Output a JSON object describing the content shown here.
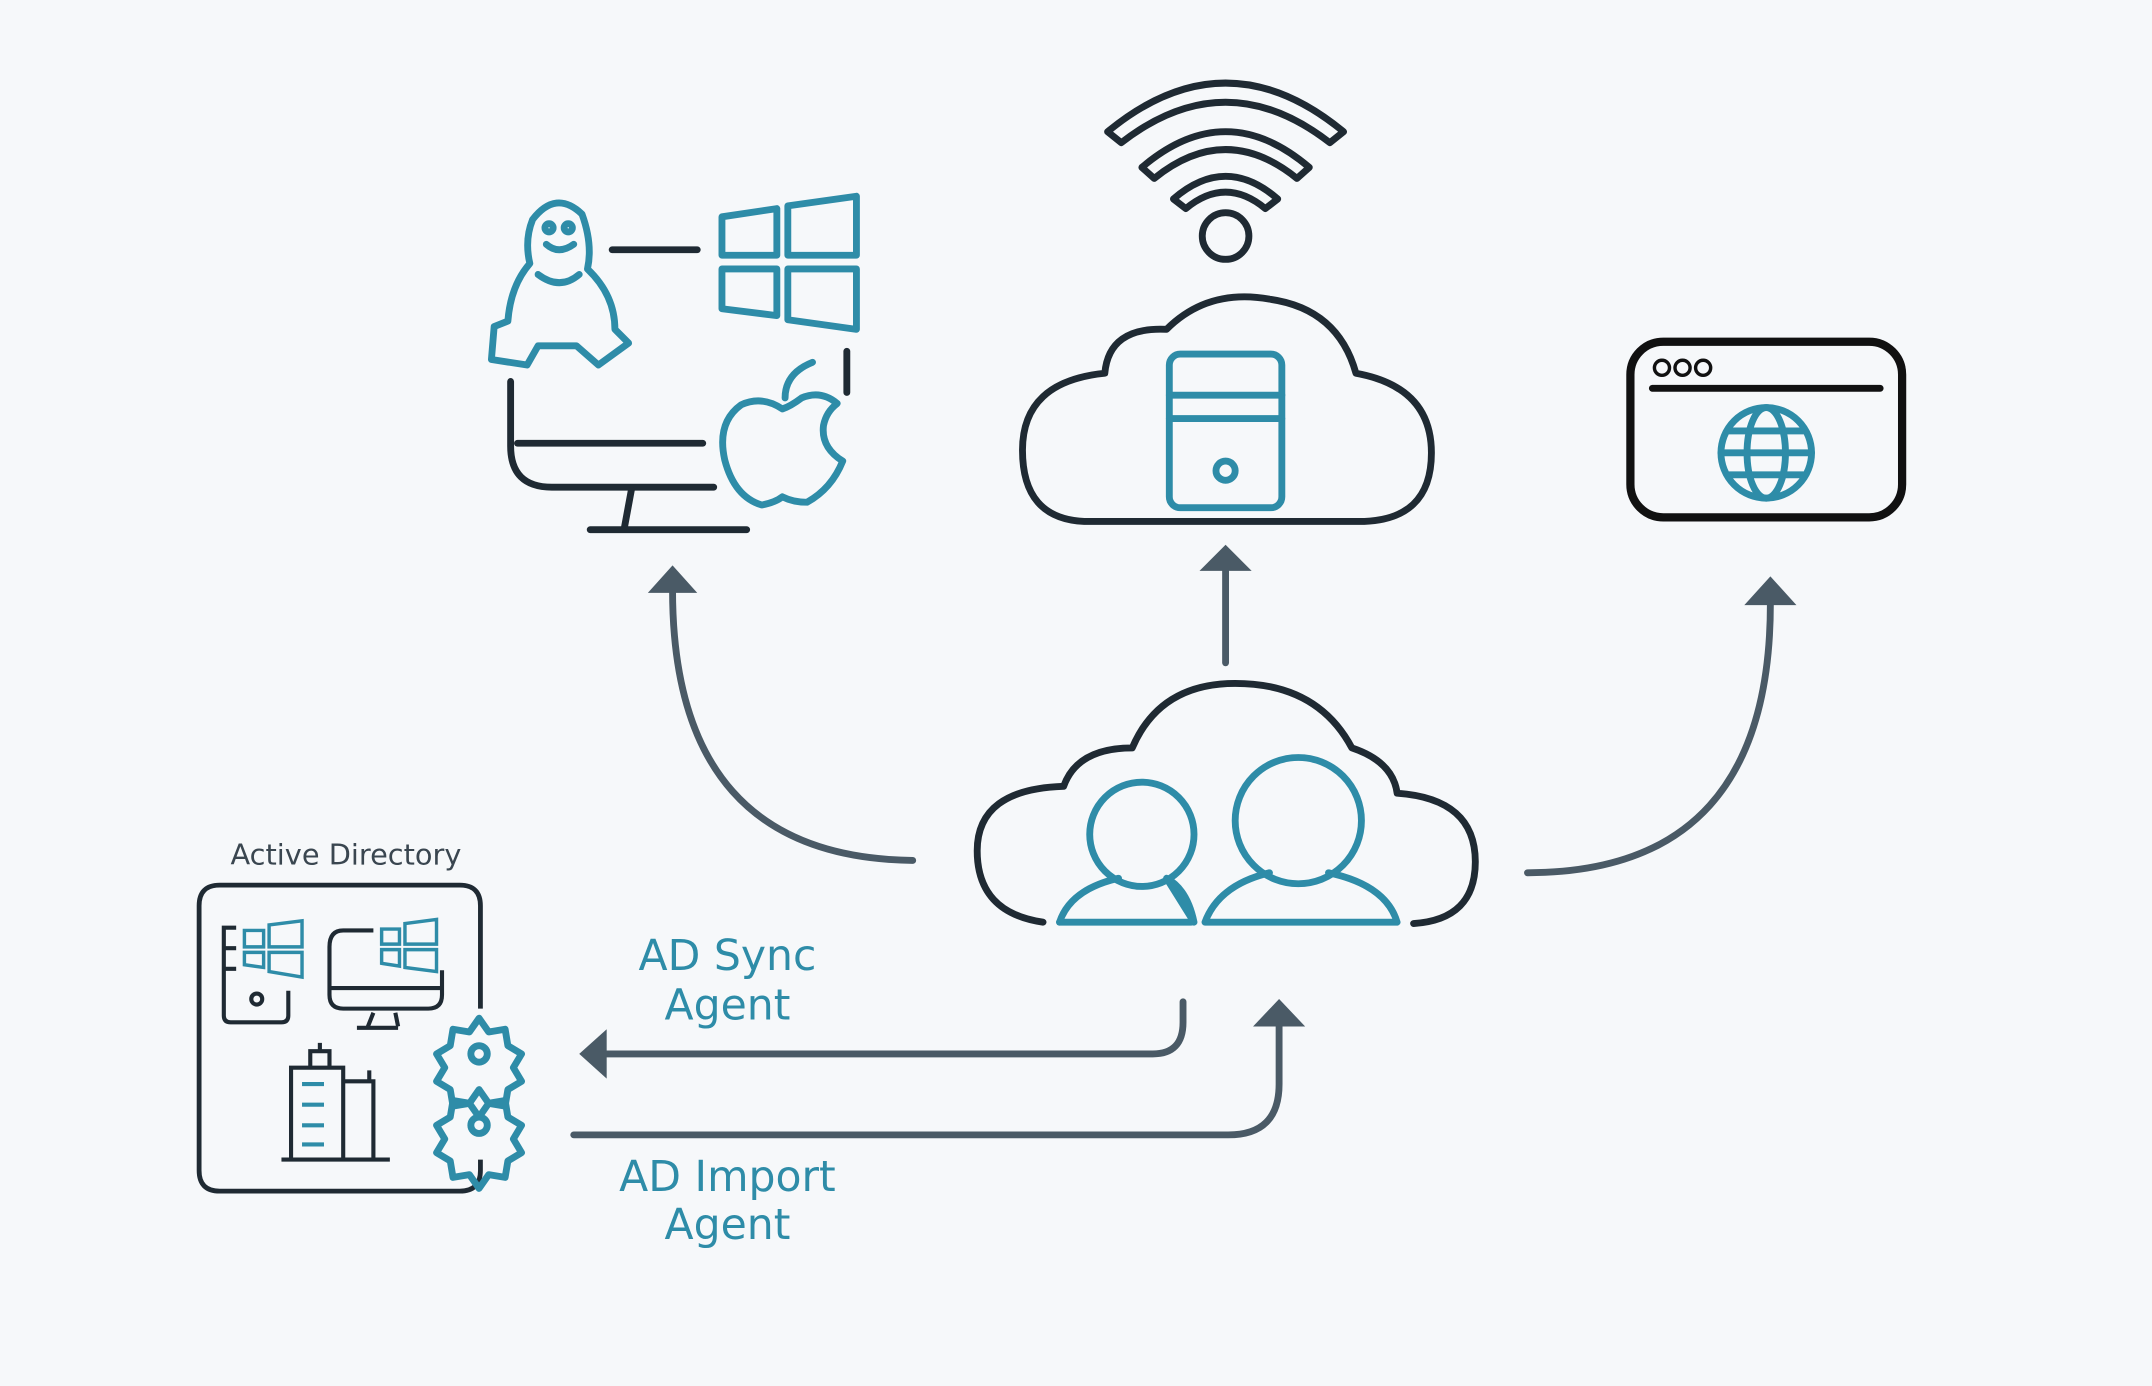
{
  "diagram": {
    "labels": {
      "active_directory": "Active Directory",
      "ad_sync_line1": "AD Sync",
      "ad_sync_line2": "Agent",
      "ad_import_line1": "AD Import",
      "ad_import_line2": "Agent"
    },
    "icons": [
      "linux-penguin-icon",
      "windows-logo-icon",
      "apple-logo-icon",
      "desktop-monitor-icon",
      "wifi-icon",
      "cloud-server-icon",
      "browser-globe-icon",
      "cloud-users-icon",
      "active-directory-box-icon",
      "gear-icon"
    ],
    "colors": {
      "background": "#f6f8fa",
      "accent": "#2e8ca8",
      "outline": "#1f2a33",
      "arrow": "#4a5a66"
    }
  }
}
